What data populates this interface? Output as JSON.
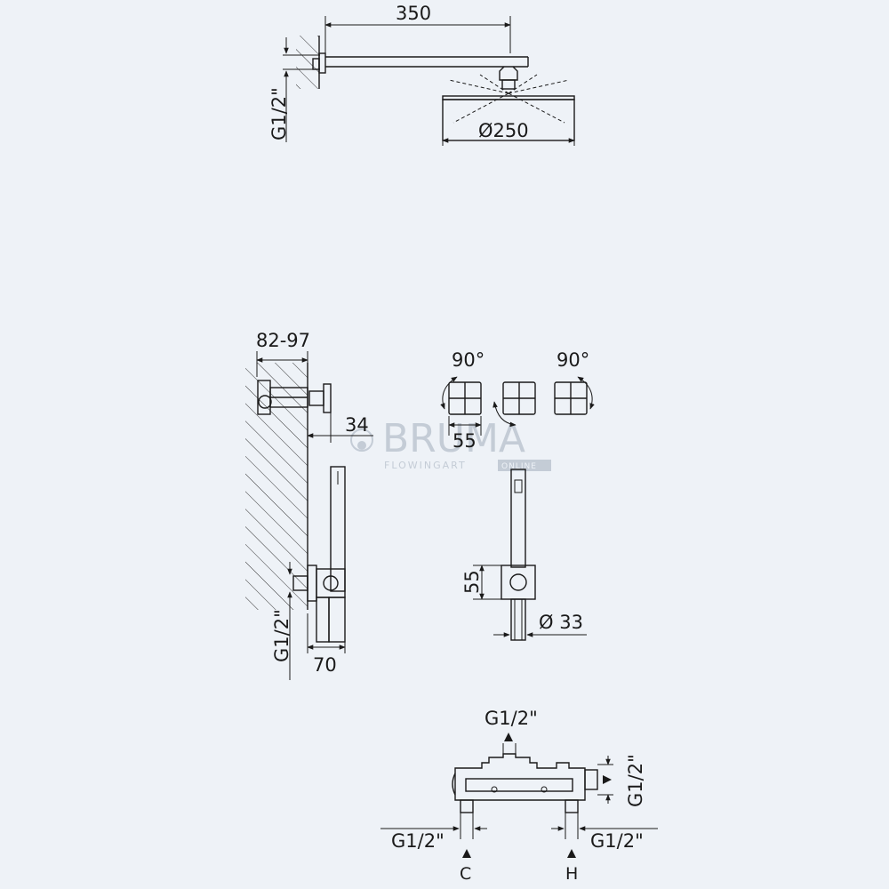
{
  "watermark": {
    "brand": "BRUMA",
    "tagline": "FLOWINGART",
    "tagline_box": "ONLINE"
  },
  "dimensions": {
    "arm_length": "350",
    "head_diameter": "Ø250",
    "head_thread": "G1/2\"",
    "valve_depth": "82-97",
    "handle_projection": "34",
    "handle_spacing": "55",
    "rotation_left": "90°",
    "rotation_right": "90°",
    "outlet_thread": "G1/2\"",
    "holder_width": "70",
    "holder_height": "55",
    "hose_diameter": "Ø 33",
    "body_top": "G1/2\"",
    "body_side": "G1/2\"",
    "body_left": "G1/2\"",
    "body_right": "G1/2\"",
    "cold": "C",
    "hot": "H"
  },
  "colors": {
    "background": "#eef2f7",
    "line": "#1a1a1a",
    "watermark": "#c4ccd6"
  }
}
